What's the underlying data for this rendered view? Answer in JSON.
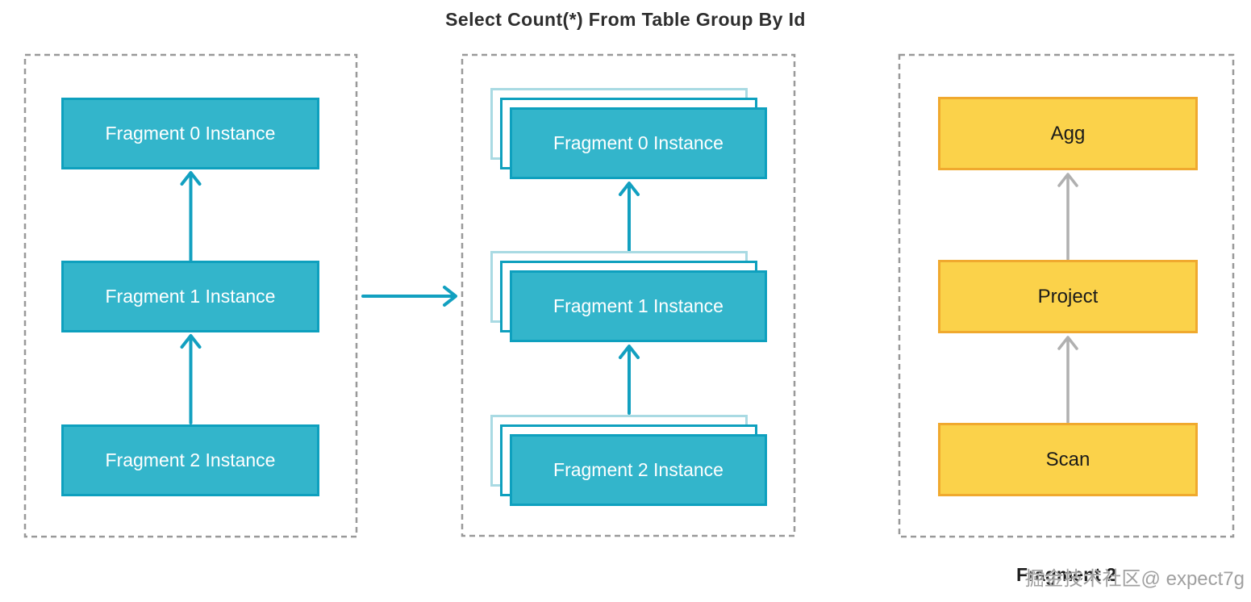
{
  "title": "Select Count(*) From Table Group By Id",
  "watermark": "掘金技术社区@ expect7g",
  "colors": {
    "teal_fill": "#33B5CB",
    "teal_border": "#0EA0BE",
    "teal_ghost_light": "#A9DAE3",
    "teal_arrow": "#12A0C0",
    "yellow_fill": "#FBD24A",
    "yellow_border": "#F0A92E",
    "gray_arrow": "#B0B0B0",
    "panel_dash": "#999999",
    "title_color": "#2E2E2E",
    "box_text_light": "#FFFFFF",
    "box_text_dark": "#1A1A1A",
    "watermark_color": "#A0A0A0"
  },
  "left_panel": {
    "boxes": [
      "Fragment 0 Instance",
      "Fragment 1 Instance",
      "Fragment 2 Instance"
    ]
  },
  "middle_panel": {
    "boxes": [
      "Fragment 0 Instance",
      "Fragment 1 Instance",
      "Fragment 2 Instance"
    ]
  },
  "right_panel": {
    "boxes": [
      "Agg",
      "Project",
      "Scan"
    ],
    "label": "Fragment 2"
  },
  "icons": [
    "up-arrow-icon",
    "right-arrow-icon"
  ]
}
